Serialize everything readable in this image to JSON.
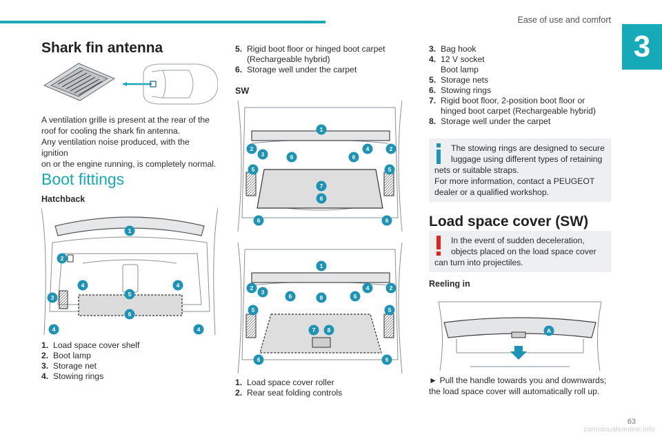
{
  "header": {
    "section_title": "Ease of use and comfort",
    "chapter_number": "3"
  },
  "page_number": "63",
  "watermark": "carmanualsonline.info",
  "col1": {
    "shark_title": "Shark fin antenna",
    "shark_text": [
      "A ventilation grille is present at the rear of the",
      "roof for cooling the shark fin antenna.",
      "Any ventilation noise produced, with the ignition",
      "on or the engine running, is completely normal."
    ],
    "boot_title": "Boot fittings",
    "hatchback_label": "Hatchback",
    "hatchback_items": [
      {
        "n": "1.",
        "t": "Load space cover shelf"
      },
      {
        "n": "2.",
        "t": "Boot lamp"
      },
      {
        "n": "3.",
        "t": "Storage net"
      },
      {
        "n": "4.",
        "t": "Stowing rings"
      }
    ]
  },
  "col2": {
    "items_top": [
      {
        "n": "5.",
        "t": "Rigid boot floor or hinged boot carpet (Rechargeable hybrid)"
      },
      {
        "n": "6.",
        "t": "Storage well under the carpet"
      }
    ],
    "sw_label": "SW",
    "items_bottom": [
      {
        "n": "1.",
        "t": "Load space cover roller"
      },
      {
        "n": "2.",
        "t": "Rear seat folding controls"
      }
    ]
  },
  "col3": {
    "items": [
      {
        "n": "3.",
        "t": "Bag hook"
      },
      {
        "n": "4.",
        "t": "12 V socket"
      },
      {
        "n": "",
        "t": "Boot lamp"
      },
      {
        "n": "5.",
        "t": "Storage nets"
      },
      {
        "n": "6.",
        "t": "Stowing rings"
      },
      {
        "n": "7.",
        "t": "Rigid boot floor, 2-position boot floor or hinged boot carpet (Rechargeable hybrid)"
      },
      {
        "n": "8.",
        "t": "Storage well under the carpet"
      }
    ],
    "info_box": [
      "The stowing rings are designed to secure",
      "luggage using different types of retaining",
      "nets or suitable straps.",
      "For more information, contact a PEUGEOT",
      "dealer or a qualified workshop."
    ],
    "load_cover_title": "Load space cover (SW)",
    "warning_box": [
      "In the event of sudden deceleration,",
      "objects placed on the load space cover",
      "can turn into projectiles."
    ],
    "reeling_label": "Reeling in",
    "reeling_text": [
      "► Pull the handle towards you and downwards;",
      "the load space cover will automatically roll up."
    ]
  },
  "diagram_labels": {
    "hatchback": [
      "1",
      "2",
      "3",
      "4",
      "5",
      "4",
      "6",
      "4",
      "4"
    ],
    "sw1": [
      "1",
      "2",
      "3",
      "6",
      "6",
      "4",
      "2",
      "5",
      "5",
      "7",
      "8",
      "6",
      "6"
    ],
    "sw2": [
      "1",
      "2",
      "3",
      "6",
      "8",
      "6",
      "4",
      "2",
      "5",
      "5",
      "7",
      "8",
      "6",
      "6"
    ],
    "reel": [
      "A"
    ]
  },
  "colors": {
    "accent": "#16a9b7",
    "callout": "#1f93b6",
    "warning": "#e2231a",
    "box_bg": "#eeeff1"
  }
}
